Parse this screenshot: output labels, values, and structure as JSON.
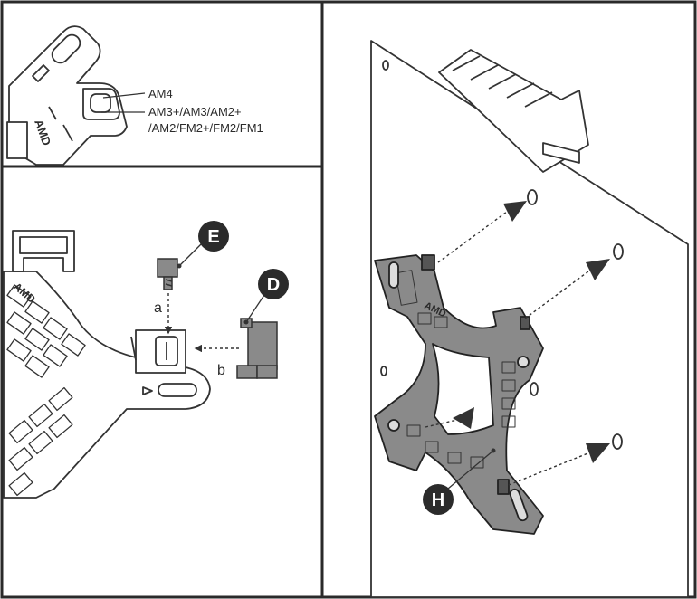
{
  "labels": {
    "am4": "AM4",
    "am3_line1": "AM3+/AM3/AM2+",
    "am3_line2": "/AM2/FM2+/FM2/FM1",
    "step_a": "a",
    "step_b": "b"
  },
  "badges": {
    "e": "E",
    "d": "D",
    "h": "H"
  },
  "embossed": {
    "amd": "AMD"
  },
  "colors": {
    "frame": "#2a2a2a",
    "badge": "#2b2b2b",
    "bracket_fill": "#8a8a8a",
    "line": "#333333"
  }
}
